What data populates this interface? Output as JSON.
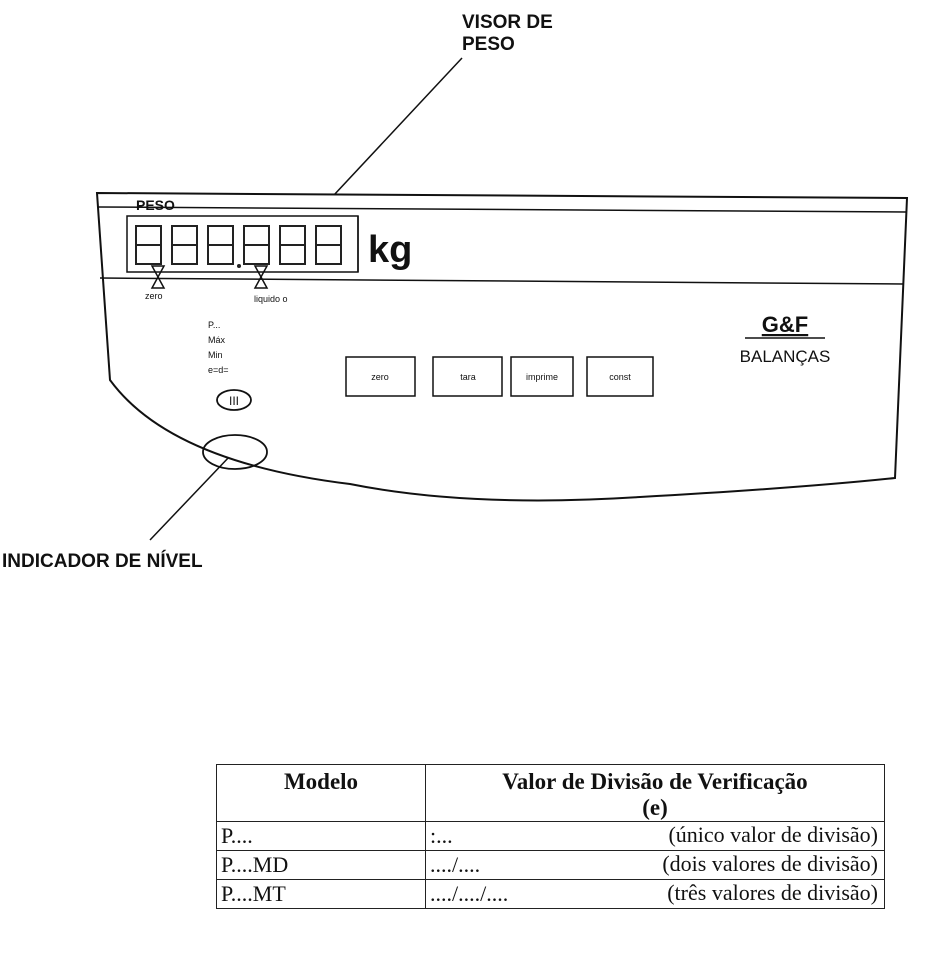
{
  "callouts": {
    "visor": [
      "VISOR DE",
      "PESO"
    ],
    "nivel": "INDICADOR DE NÍVEL"
  },
  "device": {
    "panel_label": "PESO",
    "display_digits": "888.888",
    "unit": "kg",
    "indicators": {
      "zero": "zero",
      "liquido": "liquido o"
    },
    "spec_lines": [
      "P...",
      "Máx",
      "Min",
      "e=d="
    ],
    "class_mark": "III",
    "buttons": [
      "zero",
      "tara",
      "imprime",
      "const"
    ],
    "brand": {
      "logo": "G&F",
      "name": "BALANÇAS"
    }
  },
  "table": {
    "headers": {
      "model": "Modelo",
      "value_line1": "Valor de Divisão de Verificação",
      "value_line2": "(e)"
    },
    "rows": [
      {
        "model": "P....",
        "value": ":...",
        "note": "(único valor de divisão)"
      },
      {
        "model": "P....MD",
        "value": "..../....",
        "note": "(dois valores de divisão)"
      },
      {
        "model": "P....MT",
        "value": "..../..../....",
        "note": "(três valores de divisão)"
      }
    ]
  }
}
